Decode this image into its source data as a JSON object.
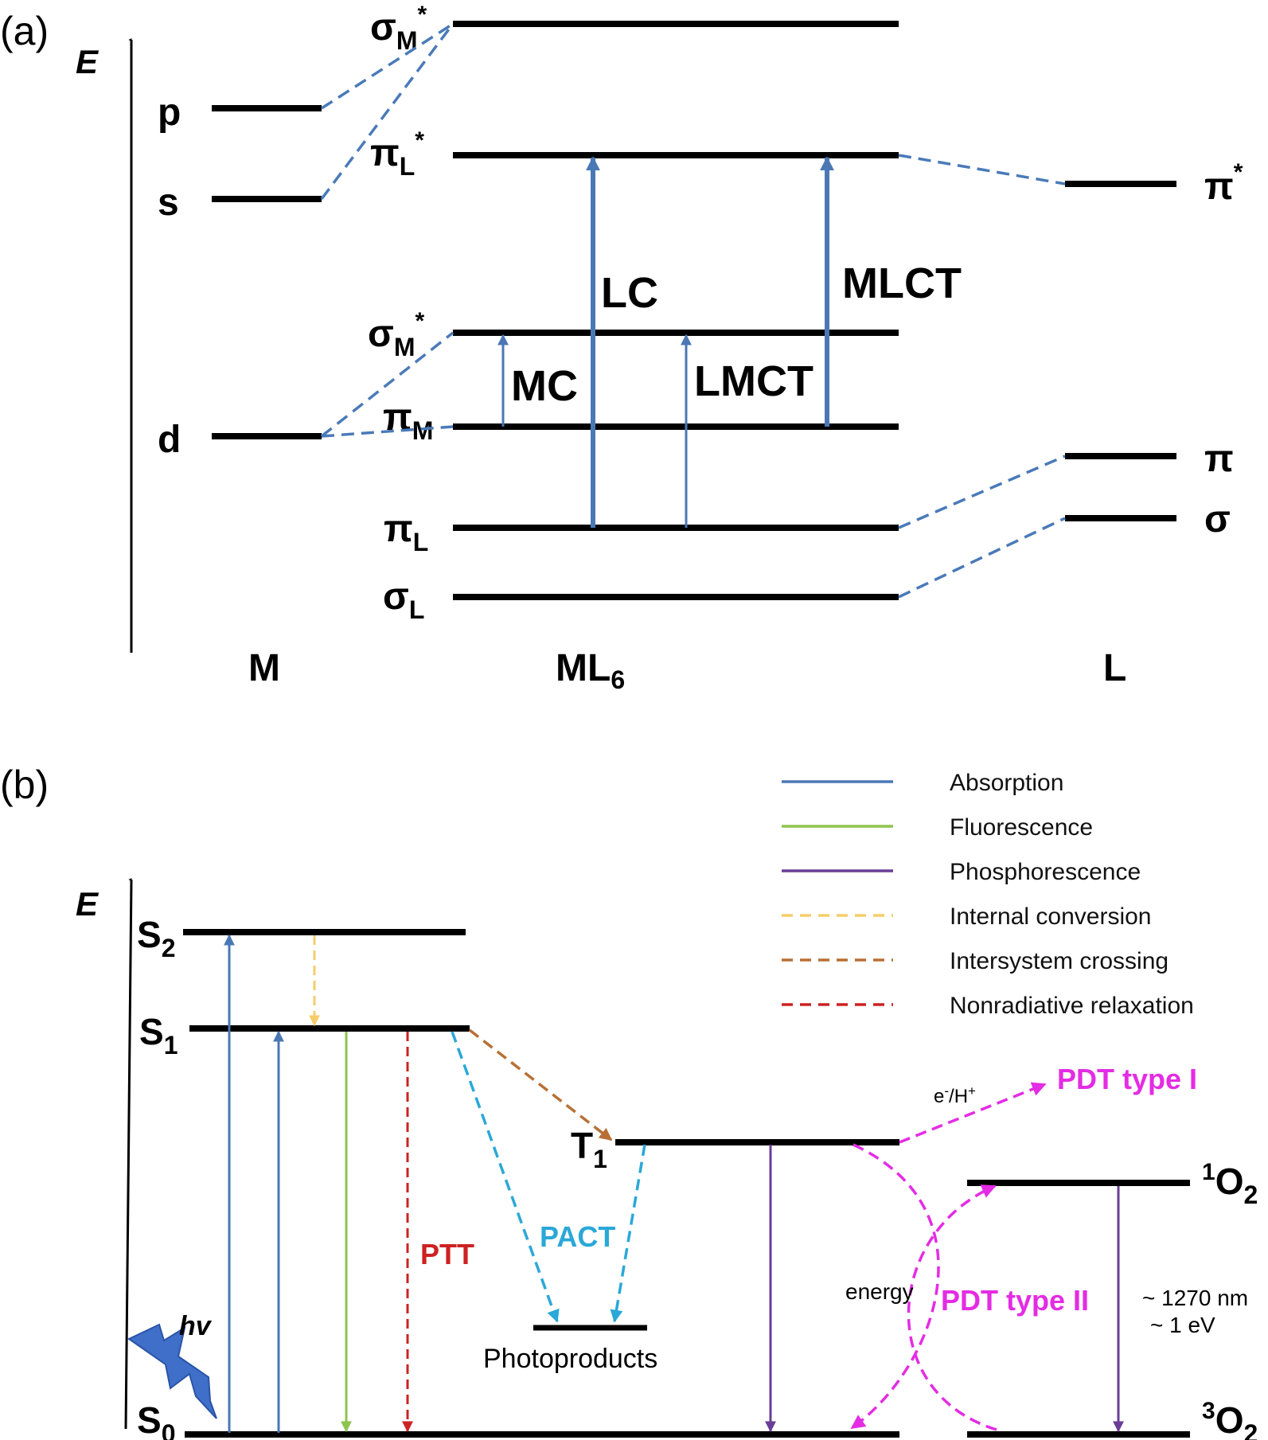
{
  "panel_a": {
    "label": "(a)",
    "axis_label": "E",
    "metal_levels": {
      "p": "p",
      "s": "s",
      "d": "d"
    },
    "complex_levels": {
      "sigma_m_star": {
        "base": "σ",
        "sub": "M",
        "sup": "*"
      },
      "pi_l_star": {
        "base": "π",
        "sub": "L",
        "sup": "*"
      },
      "sigma_m_star_2": {
        "base": "σ",
        "sub": "M",
        "sup": "*"
      },
      "pi_m": {
        "base": "π",
        "sub": "M"
      },
      "pi_l": {
        "base": "π",
        "sub": "L"
      },
      "sigma_l": {
        "base": "σ",
        "sub": "L"
      }
    },
    "ligand_levels": {
      "pi_star": "π",
      "pi_star_sup": "*",
      "pi": "π",
      "sigma": "σ"
    },
    "transitions": {
      "lc": "LC",
      "mlct": "MLCT",
      "mc": "MC",
      "lmct": "LMCT"
    },
    "column_labels": {
      "m": "M",
      "ml": "ML",
      "ml_sub": "6",
      "l": "L"
    }
  },
  "panel_b": {
    "label": "(b)",
    "axis_label": "E",
    "states": {
      "s2": {
        "base": "S",
        "sub": "2"
      },
      "s1": {
        "base": "S",
        "sub": "1"
      },
      "s0": {
        "base": "S",
        "sub": "0"
      },
      "t1": {
        "base": "T",
        "sub": "1"
      },
      "singlet_o2": {
        "sup": "1",
        "base": "O",
        "sub": "2"
      },
      "triplet_o2": {
        "sup": "3",
        "base": "O",
        "sub": "2"
      }
    },
    "hv": "hv",
    "ptt": "PTT",
    "pact": "PACT",
    "photoproducts": "Photoproducts",
    "electron_transfer": {
      "a": "e",
      "a_sup": "-",
      "b": "/H",
      "b_sup": "+"
    },
    "pdt_type_1": "PDT type I",
    "pdt_type_2": "PDT type II",
    "energy": "energy",
    "emission_1": "~ 1270 nm",
    "emission_2": "~ 1 eV",
    "legend": [
      {
        "label": "Absorption",
        "color": "#4a78b5",
        "style": "solid"
      },
      {
        "label": "Fluorescence",
        "color": "#8dc44f",
        "style": "solid"
      },
      {
        "label": "Phosphorescence",
        "color": "#6a3d96",
        "style": "solid"
      },
      {
        "label": "Internal conversion",
        "color": "#f6cd6a",
        "style": "dashed"
      },
      {
        "label": "Intersystem crossing",
        "color": "#b87035",
        "style": "dashed"
      },
      {
        "label": "Nonradiative relaxation",
        "color": "#cc2222",
        "style": "dashed"
      }
    ],
    "colors": {
      "pact": "#2aa8d8",
      "pdt": "#e42ce4",
      "ptt": "#cc2222",
      "hv_bolt": "#3f6fc9"
    }
  }
}
